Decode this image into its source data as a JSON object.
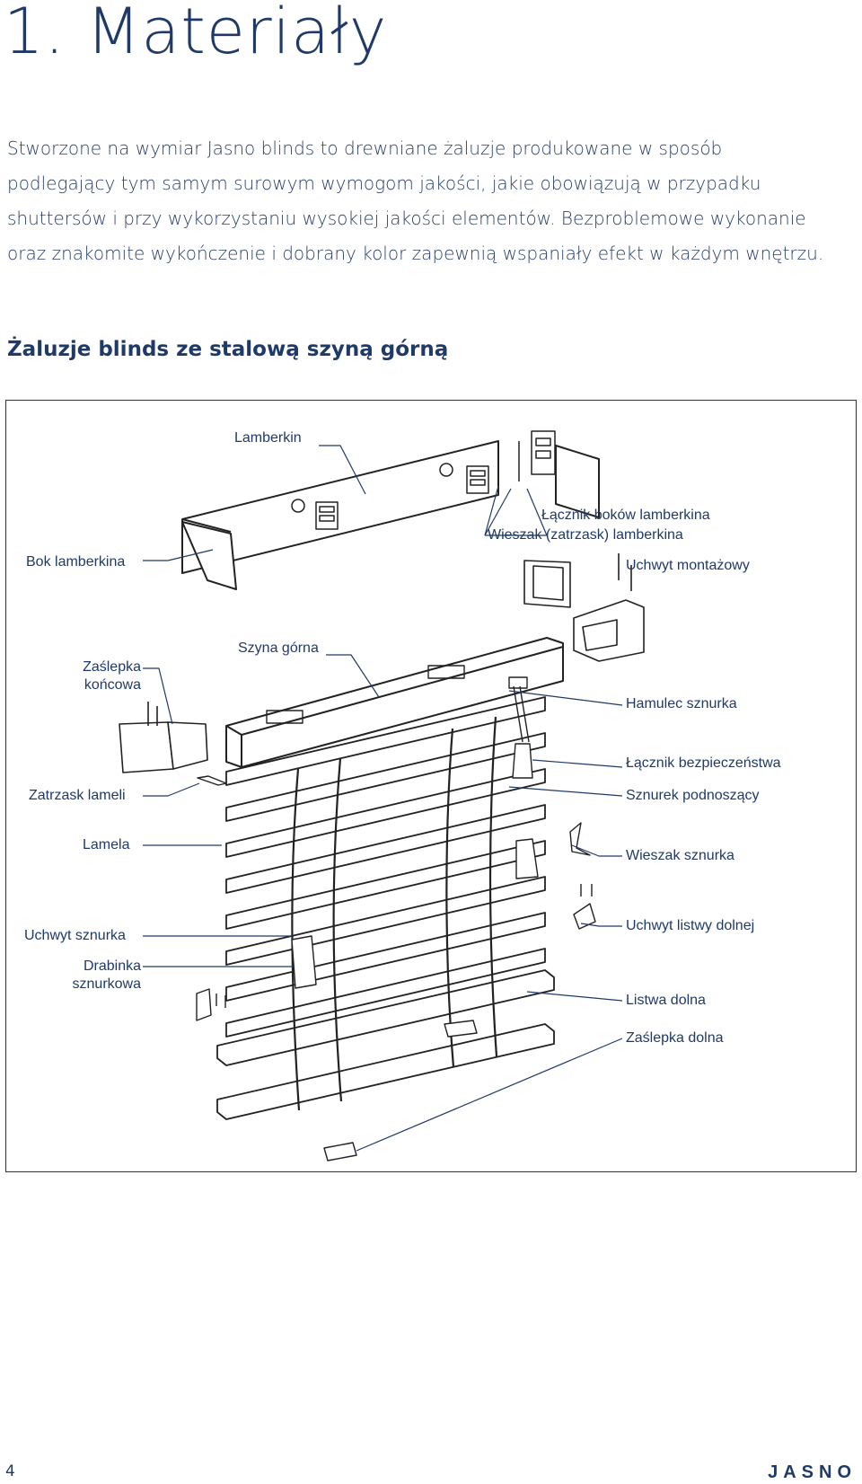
{
  "page": {
    "title": "1. Materiały",
    "intro_lines": [
      "Stworzone na wymiar Jasno blinds to drewniane żaluzje produkowane w sposób",
      "podlegający tym samym surowym wymogom jakości, jakie obowiązują w przypadku",
      "shuttersów i przy wykorzystaniu wysokiej jakości elementów. Bezproblemowe wykonanie",
      "oraz znakomite wykończenie i dobrany kolor zapewnią wspaniały efekt w każdym wnętrzu."
    ],
    "section_heading": "Żaluzje blinds ze stalową szyną górną",
    "page_number": "4",
    "brand": "JASNO"
  },
  "diagram": {
    "labels": {
      "lamberkin": "Lamberkin",
      "lacznik_bokow": "Łącznik boków lamberkina",
      "wieszak_lamberkina": "Wieszak (zatrzask) lamberkina",
      "bok_lamberkina": "Bok lamberkina",
      "uchwyt_montazowy": "Uchwyt montażowy",
      "szyna_gorna": "Szyna górna",
      "zaslepka_koncowa_1": "Zaślepka",
      "zaslepka_koncowa_2": "końcowa",
      "hamulec_sznurka": "Hamulec sznurka",
      "lacznik_bezpieczenstwa": "Łącznik bezpieczeństwa",
      "zatrzask_lameli": "Zatrzask lameli",
      "sznurek_podnoszacy": "Sznurek podnoszący",
      "lamela": "Lamela",
      "wieszak_sznurka": "Wieszak sznurka",
      "uchwyt_sznurka": "Uchwyt sznurka",
      "uchwyt_listwy_dolnej": "Uchwyt listwy dolnej",
      "drabinka_1": "Drabinka",
      "drabinka_2": "sznurkowa",
      "listwa_dolna": "Listwa dolna",
      "zaslepka_dolna": "Zaślepka dolna"
    },
    "colors": {
      "line": "#222222",
      "leader": "#1f3a68",
      "text": "#1f3a68"
    }
  }
}
